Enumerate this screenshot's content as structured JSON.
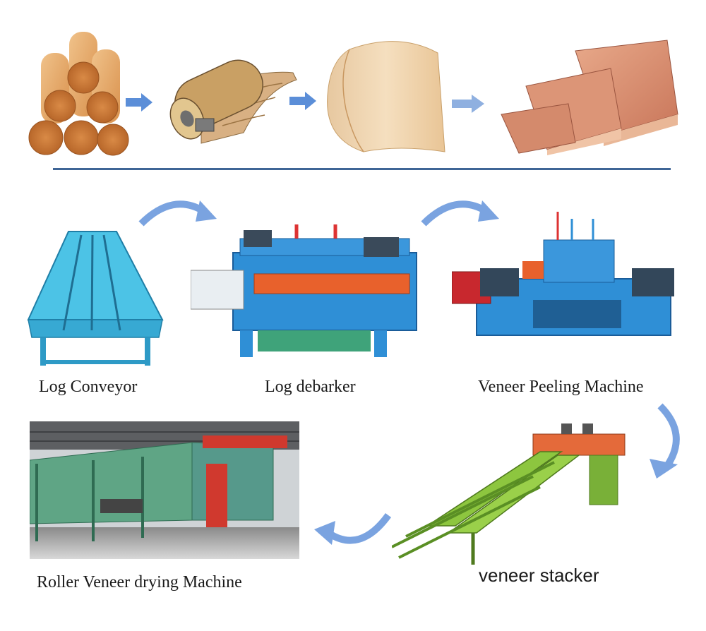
{
  "colors": {
    "machine_blue": "#2f8fd6",
    "conveyor_cyan": "#4cc3e6",
    "machine_orange": "#e8612c",
    "stacker_green": "#8dc63f",
    "dryer_green": "#5fa585",
    "dryer_red": "#d0392e",
    "arrow_blue": "#5b8ed8",
    "divider": "#3f6596"
  },
  "process_stages": [
    {
      "name": "logs",
      "icon": "log-pile"
    },
    {
      "name": "peeling log",
      "icon": "log-peeling"
    },
    {
      "name": "veneer sheet",
      "icon": "veneer-roll"
    },
    {
      "name": "plywood",
      "icon": "plywood-boards"
    }
  ],
  "machines": [
    {
      "id": "log-conveyor",
      "label": "Log Conveyor"
    },
    {
      "id": "log-debarker",
      "label": "Log debarker"
    },
    {
      "id": "veneer-peeling-machine",
      "label": "Veneer Peeling Machine"
    },
    {
      "id": "veneer-stacker",
      "label": "veneer stacker"
    },
    {
      "id": "roller-veneer-drying-machine",
      "label": "Roller Veneer drying Machine"
    }
  ]
}
